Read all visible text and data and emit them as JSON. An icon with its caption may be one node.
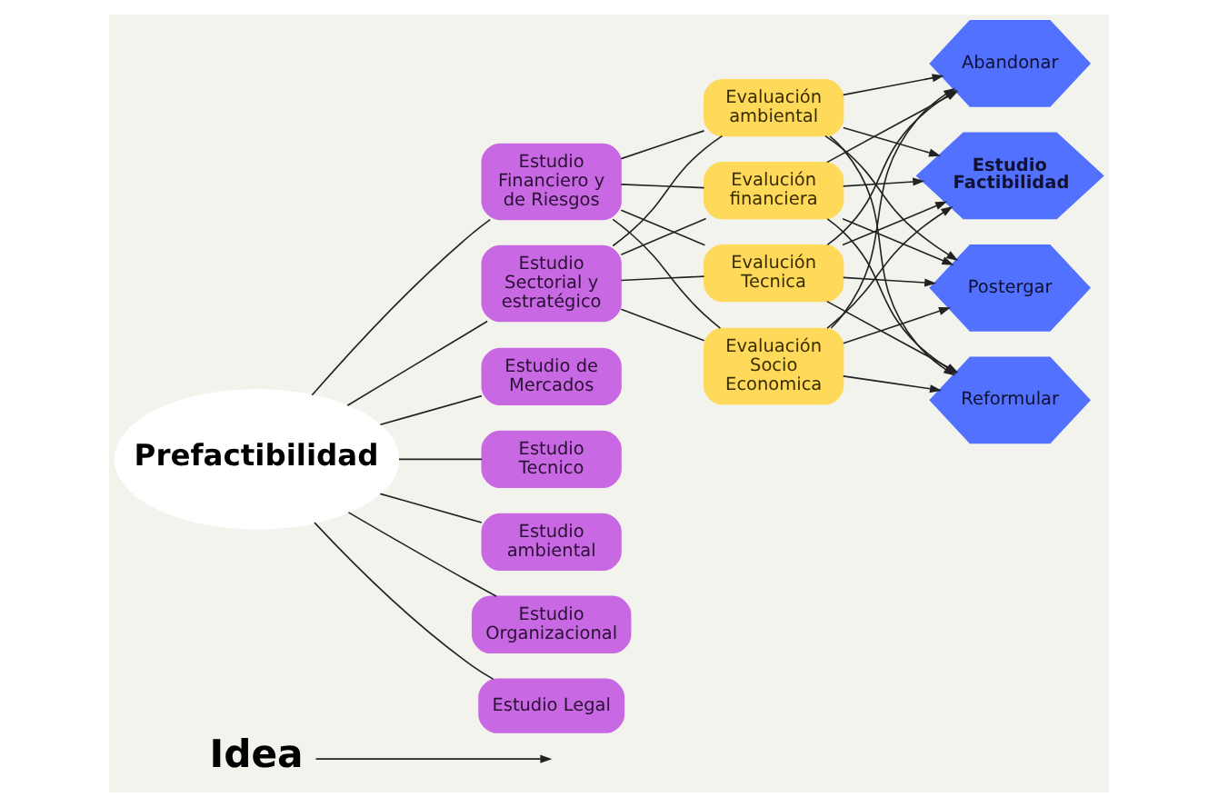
{
  "diagram": {
    "nodes": [
      {
        "text": [
          "Idea"
        ]
      },
      {
        "text": [
          "Prefactibilidad"
        ]
      },
      {
        "text": [
          "Estudio Sectorial y estratégico"
        ]
      },
      {
        "text": [
          "Estudio de Mercados"
        ]
      },
      {
        "text": [
          "Estudio Tecnico"
        ]
      },
      {
        "text": [
          "Estudio ambiental"
        ]
      },
      {
        "text": [
          "Estudio Organizacional"
        ]
      },
      {
        "text": [
          "Estudio Legal"
        ]
      },
      {
        "text": [
          "Estudio Financiero y de Riesgos"
        ]
      },
      {
        "text": [
          "Evalución Tecnica"
        ]
      },
      {
        "text": [
          "Evaluación Socio Economica"
        ]
      },
      {
        "text": [
          "Evaluación ambiental"
        ]
      },
      {
        "text": [
          "Evalución financiera"
        ]
      },
      {
        "text": [
          "Postergar"
        ]
      },
      {
        "text": [
          "Reformular"
        ]
      },
      {
        "text": [
          "Abandonar"
        ]
      },
      {
        "text": [
          "Estudio Factibilidad"
        ]
      }
    ],
    "edges": [
      {
        "from": 0,
        "to": null,
        "arrow": "to"
      },
      {
        "from": 1,
        "to": 2,
        "arrow": "none"
      },
      {
        "from": 1,
        "to": 3,
        "arrow": "none"
      },
      {
        "from": 1,
        "to": 4,
        "arrow": "none"
      },
      {
        "from": 1,
        "to": 5,
        "arrow": "none"
      },
      {
        "from": 1,
        "to": 6,
        "arrow": "none"
      },
      {
        "from": 1,
        "to": 7,
        "arrow": "none"
      },
      {
        "from": 1,
        "to": 8,
        "arrow": "none"
      },
      {
        "from": 2,
        "to": 9,
        "arrow": "none"
      },
      {
        "from": 2,
        "to": 10,
        "arrow": "none"
      },
      {
        "from": 2,
        "to": 11,
        "arrow": "none"
      },
      {
        "from": 2,
        "to": 12,
        "arrow": "none"
      },
      {
        "from": 8,
        "to": 9,
        "arrow": "none"
      },
      {
        "from": 8,
        "to": 10,
        "arrow": "none"
      },
      {
        "from": 8,
        "to": 11,
        "arrow": "none"
      },
      {
        "from": 8,
        "to": 12,
        "arrow": "none"
      },
      {
        "from": 9,
        "to": 13,
        "arrow": "to"
      },
      {
        "from": 9,
        "to": 14,
        "arrow": "to"
      },
      {
        "from": 9,
        "to": 15,
        "arrow": "to"
      },
      {
        "from": 9,
        "to": 16,
        "arrow": "to"
      },
      {
        "from": 10,
        "to": 13,
        "arrow": "to"
      },
      {
        "from": 10,
        "to": 14,
        "arrow": "to"
      },
      {
        "from": 10,
        "to": 15,
        "arrow": "to"
      },
      {
        "from": 10,
        "to": 16,
        "arrow": "to"
      },
      {
        "from": 11,
        "to": 13,
        "arrow": "to"
      },
      {
        "from": 11,
        "to": 14,
        "arrow": "to"
      },
      {
        "from": 11,
        "to": 15,
        "arrow": "to"
      },
      {
        "from": 11,
        "to": 16,
        "arrow": "to"
      },
      {
        "from": 12,
        "to": 13,
        "arrow": "to"
      },
      {
        "from": 12,
        "to": 14,
        "arrow": "to"
      },
      {
        "from": 12,
        "to": 15,
        "arrow": "to"
      },
      {
        "from": 12,
        "to": 16,
        "arrow": "to"
      }
    ]
  }
}
